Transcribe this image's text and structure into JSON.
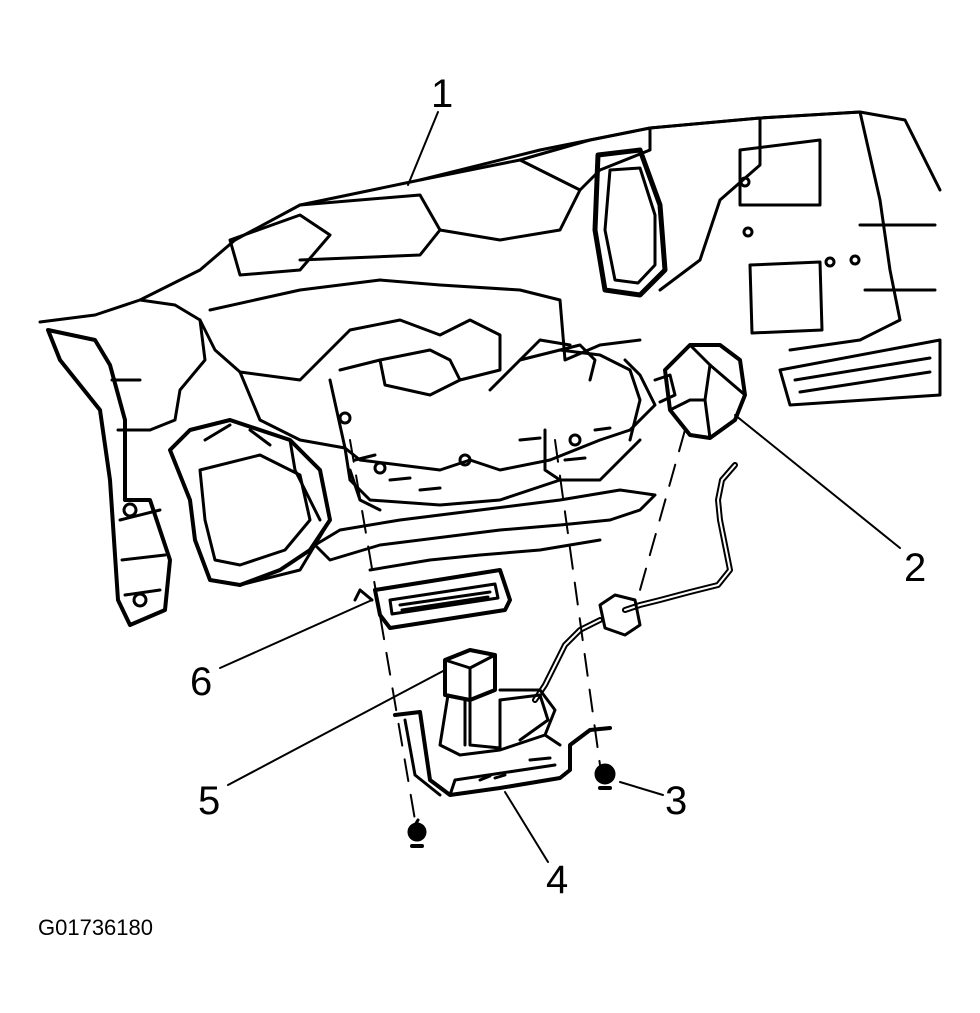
{
  "figure_id": "G01736180",
  "callouts": [
    {
      "number": "1"
    },
    {
      "number": "2"
    },
    {
      "number": "3"
    },
    {
      "number": "4"
    },
    {
      "number": "5"
    },
    {
      "number": "6"
    }
  ],
  "colors": {
    "ink": "#000000",
    "paper": "#ffffff"
  }
}
